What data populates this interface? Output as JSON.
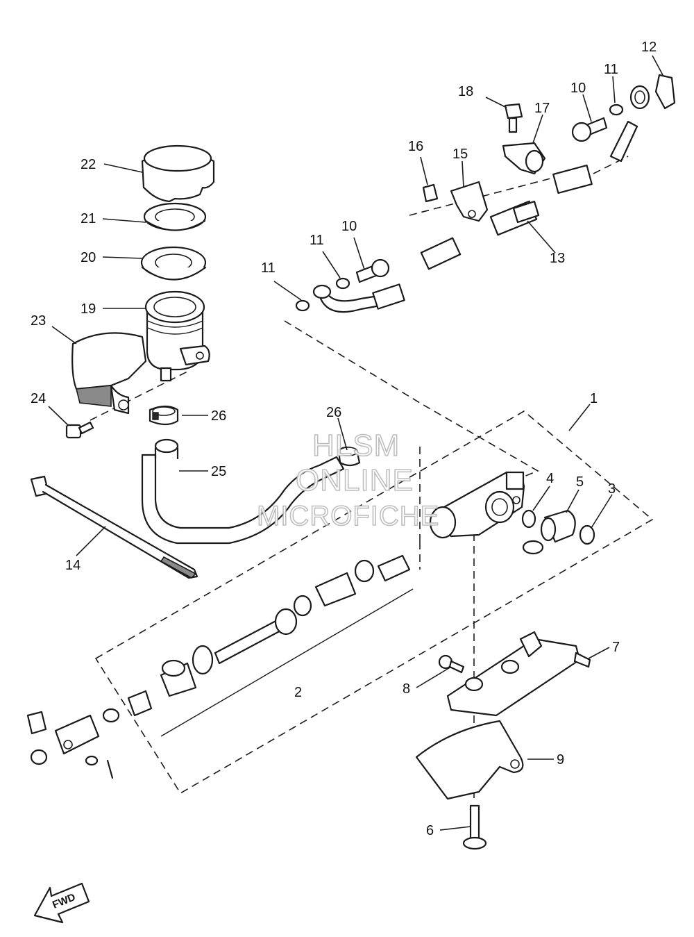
{
  "watermark": {
    "line1": "HLSM",
    "line2": "ONLINE",
    "line3": "MICROFICHE"
  },
  "direction_tag": "FWD",
  "callouts": [
    "1",
    "2",
    "3",
    "4",
    "5",
    "6",
    "7",
    "8",
    "9",
    "10",
    "10",
    "11",
    "11",
    "11",
    "12",
    "13",
    "14",
    "15",
    "16",
    "17",
    "18",
    "19",
    "20",
    "21",
    "22",
    "23",
    "24",
    "25",
    "26",
    "26"
  ]
}
